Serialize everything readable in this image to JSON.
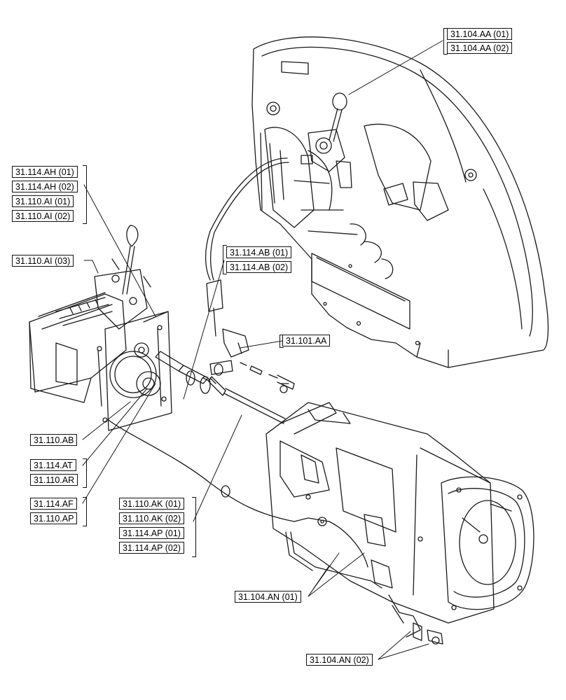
{
  "labels": {
    "aa01": "31.104.AA (01)",
    "aa02": "31.104.AA (02)",
    "ah01": "31.114.AH (01)",
    "ah02": "31.114.AH (02)",
    "ai01": "31.110.AI (01)",
    "ai02": "31.110.AI (02)",
    "ai03": "31.110.AI (03)",
    "ab01": "31.114.AB (01)",
    "ab02": "31.114.AB (02)",
    "aa101": "31.101.AA",
    "ab110": "31.110.AB",
    "at": "31.114.AT",
    "ar": "31.110.AR",
    "af": "31.114.AF",
    "ap110": "31.110.AP",
    "ak01": "31.110.AK (01)",
    "ak02": "31.110.AK (02)",
    "ap01": "31.114.AP (01)",
    "ap02": "31.114.AP (02)",
    "an01": "31.104.AN (01)",
    "an02": "31.104.AN (02)"
  }
}
